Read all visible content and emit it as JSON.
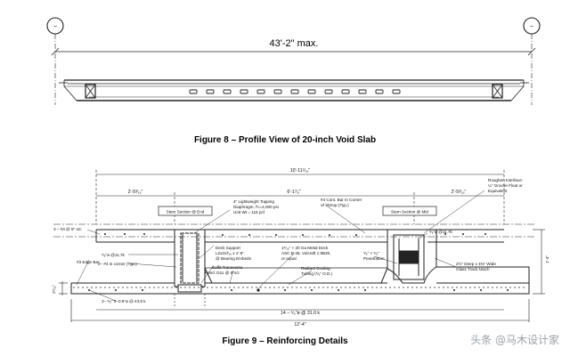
{
  "profile": {
    "grid_left": "~",
    "grid_right": "~",
    "span_label": "43'-2\" max.",
    "caption": "Figure 8 – Profile View of 20-inch Void Slab"
  },
  "details": {
    "caption": "Figure 9 – Reinforcing Details",
    "overall_width": "10'-11⁵⁄₁₆\"",
    "dim_left": "2'-5³⁄₁₆\"",
    "dim_mid": "6'-1⁷⁄₈\"",
    "dim_right": "2'-5³⁄₁₆\"",
    "stem_end": "Stem Section @ End",
    "stem_mid": "Stem Section @ Mid",
    "topping": [
      "4\" Lightweight Topping",
      "Diaphragm, f'c=4,000 psi",
      "Unit Wt = 115 pcf"
    ],
    "cont_bar": [
      "#4 Cont. Bar In Corner",
      "of Stirrup (Typ.)"
    ],
    "roughen": [
      "Roughen Interface:",
      "¼\" Groove Float or",
      "Equivalent"
    ],
    "bar_spacing": "3 – #3 @ 8\" o/c",
    "stirrup_left": "⁵⁄₈\"ø @11.7k",
    "bars_corner": "2– #4 in corner (Typ.)",
    "edge_bar": "#3 Edge Bar",
    "deck_support": [
      "Deck Support",
      "L2x2x³⁄₁₆ x 1'-6\"",
      "@ Bearing Embeds"
    ],
    "metal_deck": [
      "1⁵⁄₁₆\" × 20 Ga Metal Deck",
      "ASC B-36, Vulcraft 1.5B20,",
      "or equal"
    ],
    "soffit": [
      "Soffit Transverse",
      "Reinf. D11 @ 9\"o/c"
    ],
    "radiant": [
      "Radiant Cooling",
      "Tubing (⁵⁄₈\" O.D.)"
    ],
    "penetration": [
      "⁵⁄₈\" × ⁵⁄₈\"",
      "Penetration"
    ],
    "stirrup_right": "⁵⁄₈\"ø @11.7k",
    "groove": [
      "2½\" Deep x 4⅜\" Wide",
      "Glass Track Notch"
    ],
    "strand": "2– ⁵⁄₈\" 5–0.6\"ø @ 43.9 k",
    "bottom_strand": "14 – ⁵⁄₈\"ø @ 31.0 k",
    "bottom_width": "12'-4\"",
    "depth_left": "2⁵⁄₁₆\"",
    "depth_right": "1'-4\""
  },
  "watermark": "头条 @马木设计家"
}
